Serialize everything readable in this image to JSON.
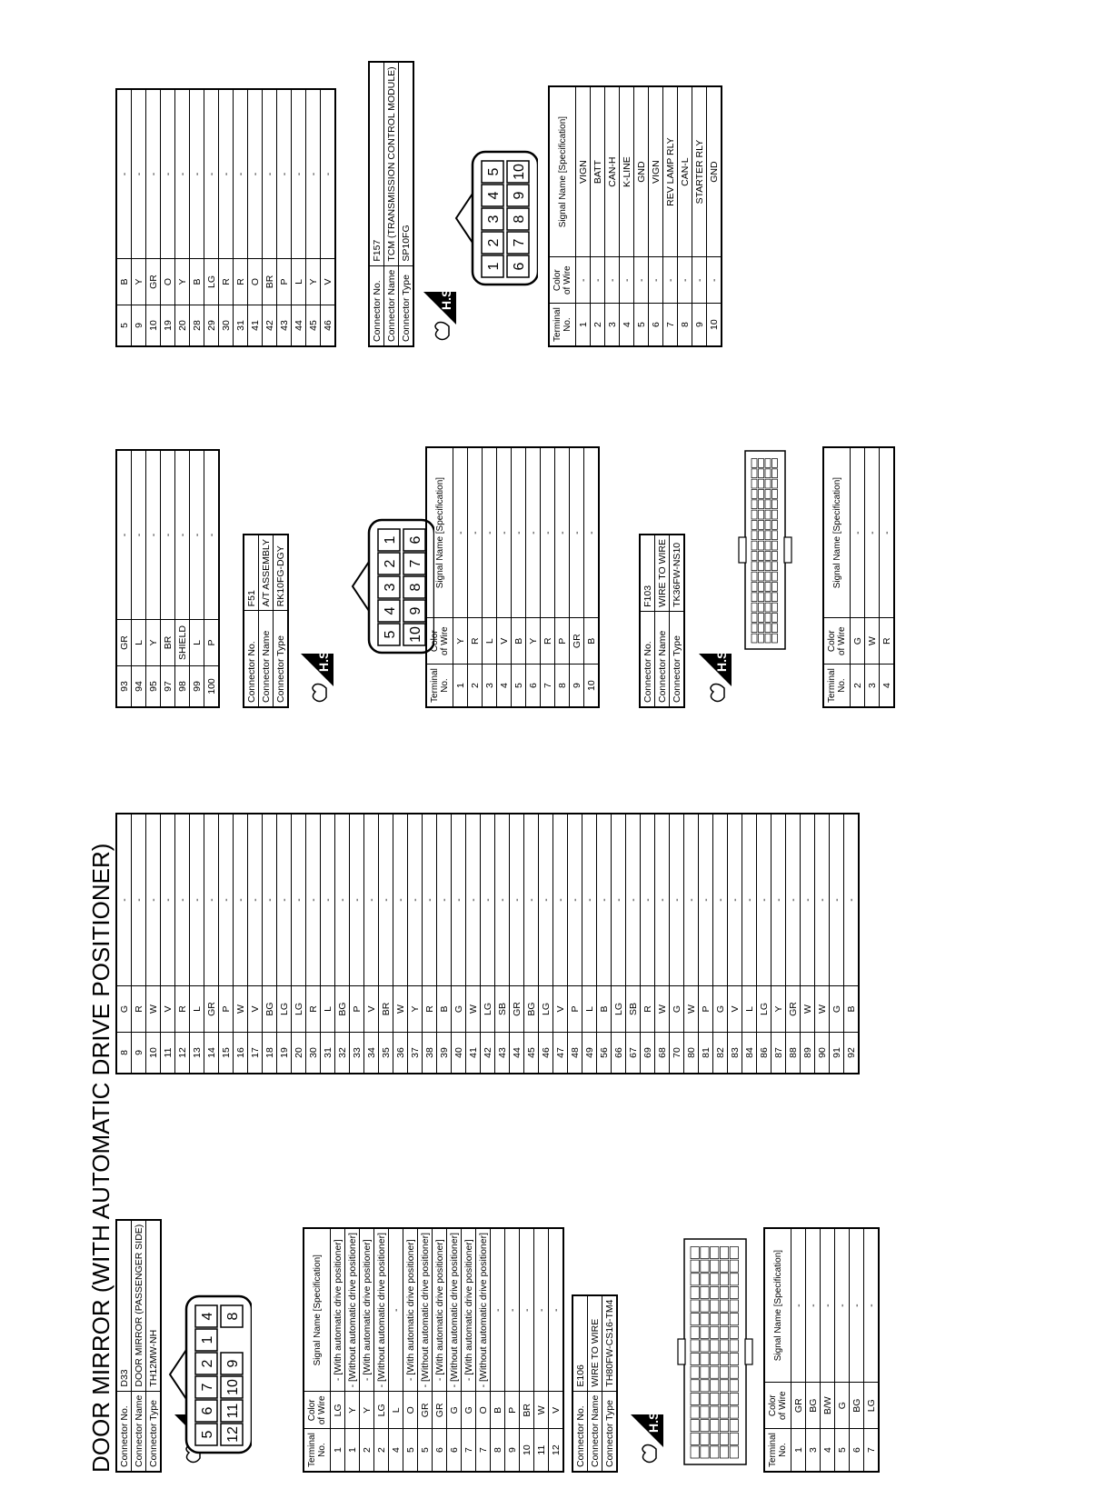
{
  "title": "DOOR MIRROR (WITH AUTOMATIC DRIVE POSITIONER)",
  "labels": {
    "connector_no": "Connector No.",
    "connector_name": "Connector Name",
    "connector_type": "Connector Type",
    "terminal_no": [
      "Terminal",
      "No."
    ],
    "color_of_wire": [
      "Color",
      "of Wire"
    ],
    "signal_name": "Signal Name [Specification]",
    "hs": "H.S."
  },
  "connectors": [
    {
      "no": "D33",
      "name": "DOOR MIRROR (PASSENGER SIDE)",
      "type": "TH12MW-NH",
      "pins": {
        "top": [
          "5",
          "6",
          "7",
          "2",
          "1",
          "4"
        ],
        "bottom": [
          "12",
          "11",
          "10",
          "9",
          "",
          "8"
        ]
      },
      "rows": [
        [
          "1",
          "LG",
          "- [With automatic drive positioner]"
        ],
        [
          "1",
          "Y",
          "- [Without automatic drive positioner]"
        ],
        [
          "2",
          "Y",
          "- [With automatic drive positioner]"
        ],
        [
          "2",
          "LG",
          "- [Without automatic drive positioner]"
        ],
        [
          "4",
          "L",
          "-"
        ],
        [
          "5",
          "O",
          "- [With automatic drive positioner]"
        ],
        [
          "5",
          "GR",
          "- [Without automatic drive positioner]"
        ],
        [
          "6",
          "GR",
          "- [With automatic drive positioner]"
        ],
        [
          "6",
          "G",
          "- [Without automatic drive positioner]"
        ],
        [
          "7",
          "G",
          "- [With automatic drive positioner]"
        ],
        [
          "7",
          "O",
          "- [Without automatic drive positioner]"
        ],
        [
          "8",
          "B",
          "-"
        ],
        [
          "9",
          "P",
          "-"
        ],
        [
          "10",
          "BR",
          "-"
        ],
        [
          "11",
          "W",
          "-"
        ],
        [
          "12",
          "V",
          "-"
        ]
      ]
    },
    {
      "no": "E106",
      "name": "WIRE TO WIRE",
      "type": "TH80FW-CS16-TM4",
      "rows": [
        [
          "1",
          "GR",
          "-"
        ],
        [
          "3",
          "BG",
          "-"
        ],
        [
          "4",
          "B/W",
          "-"
        ],
        [
          "5",
          "G",
          "-"
        ],
        [
          "6",
          "BG",
          "-"
        ],
        [
          "7",
          "LG",
          "-"
        ]
      ]
    },
    {
      "continuation": true,
      "rows": [
        [
          "8",
          "G",
          "-"
        ],
        [
          "9",
          "R",
          "-"
        ],
        [
          "10",
          "W",
          "-"
        ],
        [
          "11",
          "V",
          "-"
        ],
        [
          "12",
          "R",
          "-"
        ],
        [
          "13",
          "L",
          "-"
        ],
        [
          "14",
          "GR",
          "-"
        ],
        [
          "15",
          "P",
          "-"
        ],
        [
          "16",
          "W",
          "-"
        ],
        [
          "17",
          "V",
          "-"
        ],
        [
          "18",
          "BG",
          "-"
        ],
        [
          "19",
          "LG",
          "-"
        ],
        [
          "20",
          "LG",
          "-"
        ],
        [
          "30",
          "R",
          "-"
        ],
        [
          "31",
          "L",
          "-"
        ],
        [
          "32",
          "BG",
          "-"
        ],
        [
          "33",
          "P",
          "-"
        ],
        [
          "34",
          "V",
          "-"
        ],
        [
          "35",
          "BR",
          "-"
        ],
        [
          "36",
          "W",
          "-"
        ],
        [
          "37",
          "Y",
          "-"
        ],
        [
          "38",
          "R",
          "-"
        ],
        [
          "39",
          "B",
          "-"
        ],
        [
          "40",
          "G",
          "-"
        ],
        [
          "41",
          "W",
          "-"
        ],
        [
          "42",
          "LG",
          "-"
        ],
        [
          "43",
          "SB",
          "-"
        ],
        [
          "44",
          "GR",
          "-"
        ],
        [
          "45",
          "BG",
          "-"
        ],
        [
          "46",
          "LG",
          "-"
        ],
        [
          "47",
          "V",
          "-"
        ],
        [
          "48",
          "P",
          "-"
        ],
        [
          "49",
          "L",
          "-"
        ],
        [
          "56",
          "B",
          "-"
        ],
        [
          "66",
          "LG",
          "-"
        ],
        [
          "67",
          "SB",
          "-"
        ],
        [
          "69",
          "R",
          "-"
        ],
        [
          "68",
          "W",
          "-"
        ],
        [
          "70",
          "G",
          "-"
        ],
        [
          "80",
          "W",
          "-"
        ],
        [
          "81",
          "P",
          "-"
        ],
        [
          "82",
          "G",
          "-"
        ],
        [
          "83",
          "V",
          "-"
        ],
        [
          "84",
          "L",
          "-"
        ],
        [
          "86",
          "LG",
          "-"
        ],
        [
          "87",
          "Y",
          "-"
        ],
        [
          "88",
          "GR",
          "-"
        ],
        [
          "89",
          "W",
          "-"
        ],
        [
          "90",
          "W",
          "-"
        ],
        [
          "91",
          "G",
          "-"
        ],
        [
          "92",
          "B",
          "-"
        ]
      ]
    },
    {
      "continuation": true,
      "rows": [
        [
          "93",
          "GR",
          "-"
        ],
        [
          "94",
          "L",
          "-"
        ],
        [
          "95",
          "Y",
          "-"
        ],
        [
          "97",
          "BR",
          "-"
        ],
        [
          "98",
          "SHIELD",
          "-"
        ],
        [
          "99",
          "L",
          "-"
        ],
        [
          "100",
          "P",
          "-"
        ]
      ]
    },
    {
      "no": "F51",
      "name": "A/T ASSEMBLY",
      "type": "RK10FG-DGY",
      "pins": {
        "top": [
          "5",
          "4",
          "3",
          "2",
          "1"
        ],
        "bottom": [
          "10",
          "9",
          "8",
          "7",
          "6"
        ]
      },
      "rows": [
        [
          "1",
          "Y",
          "-"
        ],
        [
          "2",
          "R",
          "-"
        ],
        [
          "3",
          "L",
          "-"
        ],
        [
          "4",
          "V",
          "-"
        ],
        [
          "5",
          "B",
          "-"
        ],
        [
          "6",
          "Y",
          "-"
        ],
        [
          "7",
          "R",
          "-"
        ],
        [
          "8",
          "P",
          "-"
        ],
        [
          "9",
          "GR",
          "-"
        ],
        [
          "10",
          "B",
          "-"
        ]
      ]
    },
    {
      "no": "F103",
      "name": "WIRE TO WIRE",
      "type": "TK36FW-NS10",
      "rows": [
        [
          "2",
          "G",
          "-"
        ],
        [
          "3",
          "W",
          "-"
        ],
        [
          "4",
          "R",
          "-"
        ]
      ]
    },
    {
      "continuation": true,
      "rows": [
        [
          "5",
          "B",
          "-"
        ],
        [
          "9",
          "Y",
          "-"
        ],
        [
          "10",
          "GR",
          "-"
        ],
        [
          "19",
          "O",
          "-"
        ],
        [
          "20",
          "Y",
          "-"
        ],
        [
          "28",
          "B",
          "-"
        ],
        [
          "29",
          "LG",
          "-"
        ],
        [
          "30",
          "R",
          "-"
        ],
        [
          "31",
          "R",
          "-"
        ],
        [
          "41",
          "O",
          "-"
        ],
        [
          "42",
          "BR",
          "-"
        ],
        [
          "43",
          "P",
          "-"
        ],
        [
          "44",
          "L",
          "-"
        ],
        [
          "45",
          "Y",
          "-"
        ],
        [
          "46",
          "V",
          "-"
        ]
      ]
    },
    {
      "no": "F157",
      "name": "TCM (TRANSMISSION CONTROL MODULE)",
      "type": "SP10FG",
      "pins": {
        "top": [
          "1",
          "2",
          "3",
          "4",
          "5"
        ],
        "bottom": [
          "6",
          "7",
          "8",
          "9",
          "10"
        ]
      },
      "rows": [
        [
          "1",
          "-",
          "VIGN"
        ],
        [
          "2",
          "-",
          "BATT"
        ],
        [
          "3",
          "-",
          "CAN-H"
        ],
        [
          "4",
          "-",
          "K-LINE"
        ],
        [
          "5",
          "-",
          "GND"
        ],
        [
          "6",
          "-",
          "VIGN"
        ],
        [
          "7",
          "-",
          "REV LAMP RLY"
        ],
        [
          "8",
          "-",
          "CAN-L"
        ],
        [
          "9",
          "-",
          "STARTER RLY"
        ],
        [
          "10",
          "-",
          "GND"
        ]
      ]
    }
  ]
}
